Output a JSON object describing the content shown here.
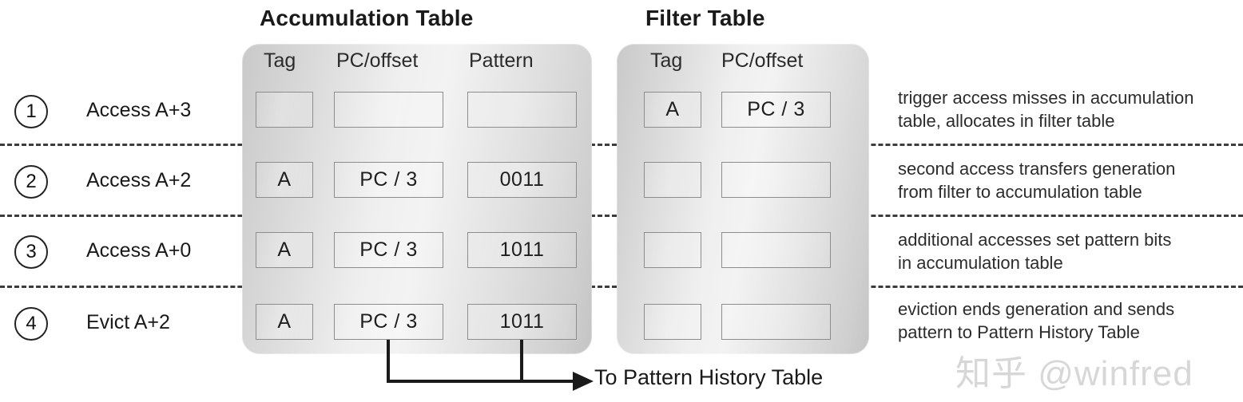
{
  "tables": {
    "accumulation": {
      "title": "Accumulation Table",
      "columns": [
        "Tag",
        "PC/offset",
        "Pattern"
      ],
      "rows": [
        {
          "tag": "",
          "pc": "",
          "pattern": ""
        },
        {
          "tag": "A",
          "pc": "PC / 3",
          "pattern": "0011"
        },
        {
          "tag": "A",
          "pc": "PC / 3",
          "pattern": "1011"
        },
        {
          "tag": "A",
          "pc": "PC / 3",
          "pattern": "1011"
        }
      ]
    },
    "filter": {
      "title": "Filter Table",
      "columns": [
        "Tag",
        "PC/offset"
      ],
      "rows": [
        {
          "tag": "A",
          "pc": "PC / 3"
        },
        {
          "tag": "",
          "pc": ""
        },
        {
          "tag": "",
          "pc": ""
        },
        {
          "tag": "",
          "pc": ""
        }
      ]
    }
  },
  "steps": [
    {
      "number": "1",
      "label": "Access A+3",
      "note_line1": "trigger access misses in accumulation",
      "note_line2": "table, allocates in filter table"
    },
    {
      "number": "2",
      "label": "Access A+2",
      "note_line1": "second access transfers generation",
      "note_line2": "from filter to accumulation table"
    },
    {
      "number": "3",
      "label": "Access A+0",
      "note_line1": "additional accesses set pattern bits",
      "note_line2": "in accumulation table"
    },
    {
      "number": "4",
      "label": "Evict A+2",
      "note_line1": "eviction ends generation and sends",
      "note_line2": "pattern to Pattern History Table"
    }
  ],
  "output": {
    "arrow_label": "To Pattern History Table"
  },
  "watermark": {
    "text": "知乎 @winfred"
  },
  "colors": {
    "panel_light": "#f3f3f3",
    "panel_dark": "#c4c4c4",
    "cell_border": "#8d8d8d",
    "divider": "#3c3c3c",
    "text": "#1a1a1a"
  }
}
